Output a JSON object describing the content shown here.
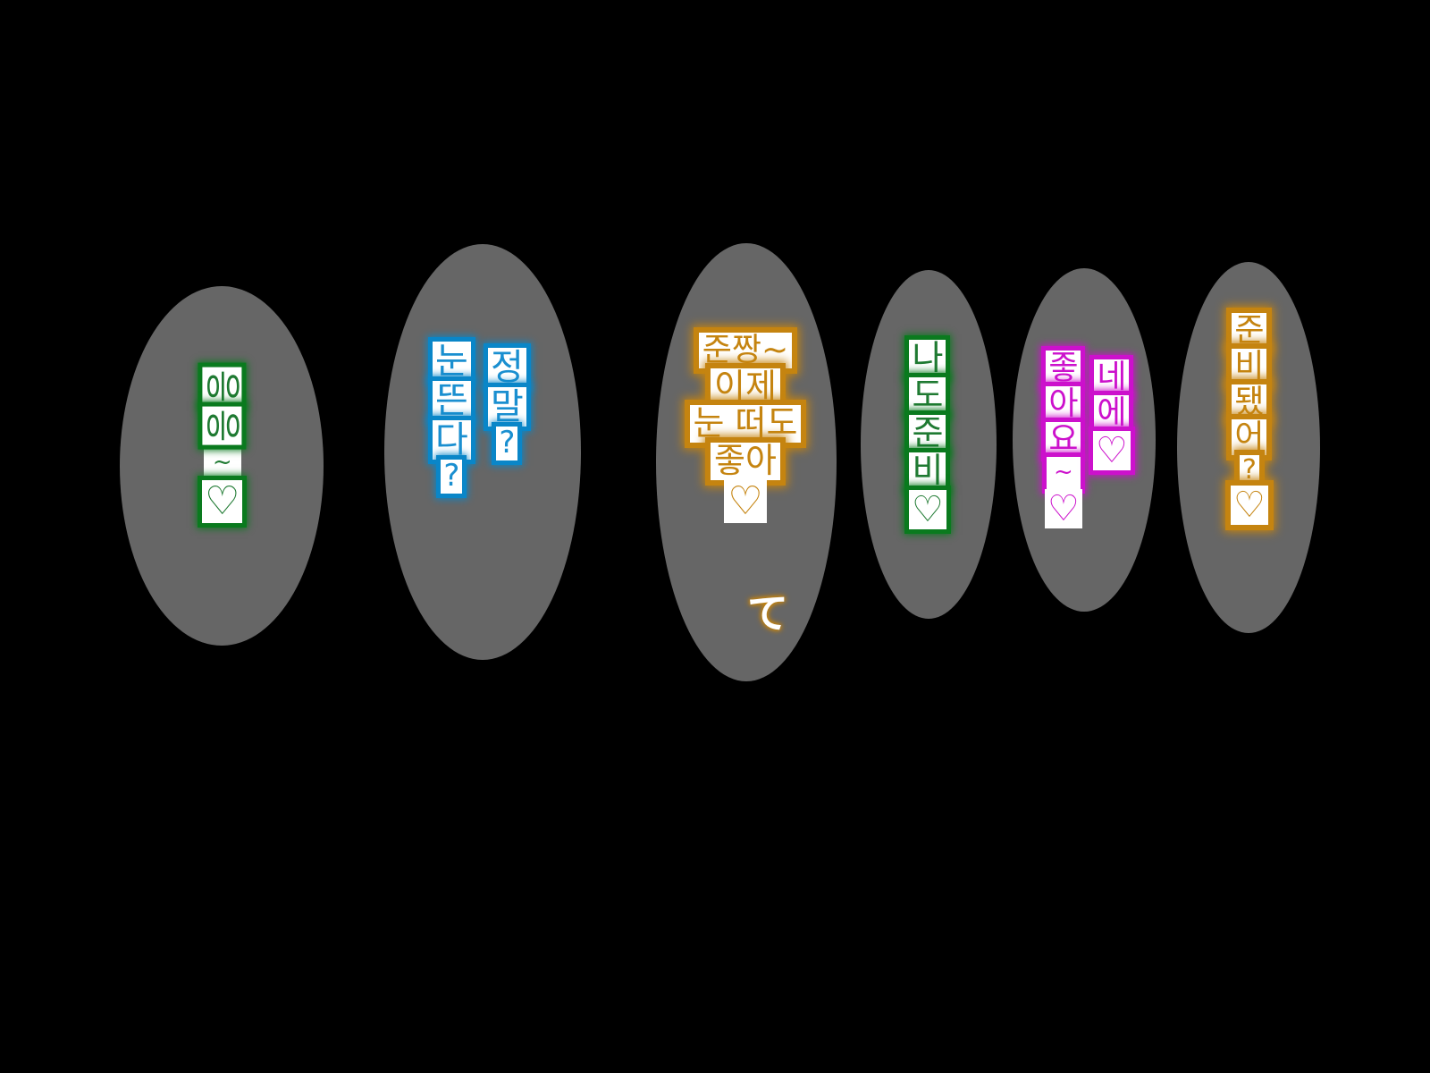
{
  "colors": {
    "background": "#000000",
    "bubble": "#666666",
    "green": "#1f7a32",
    "blue": "#1a8fd0",
    "orange": "#c58410",
    "magenta": "#cc11cc"
  },
  "bubbles": [
    {
      "id": 1,
      "color": "green",
      "chars": [
        "응",
        "응",
        "~",
        "♡"
      ]
    },
    {
      "id": 2,
      "color": "blue",
      "columns": [
        [
          "눈",
          "뜬",
          "다",
          "?"
        ],
        [
          "정",
          "말",
          "?"
        ]
      ]
    },
    {
      "id": 3,
      "color": "orange",
      "rows": [
        "준짱~",
        "이제",
        "눈 떠도",
        "좋아",
        "♡"
      ],
      "sfx": "て"
    },
    {
      "id": 4,
      "color": "green",
      "chars": [
        "나",
        "도",
        "준",
        "비",
        "♡"
      ]
    },
    {
      "id": 5,
      "color": "magenta",
      "columns": [
        [
          "좋",
          "아",
          "요",
          "~",
          "♡"
        ],
        [
          "네",
          "에",
          "♡"
        ]
      ]
    },
    {
      "id": 6,
      "color": "orange",
      "chars": [
        "준",
        "비",
        "됐",
        "어",
        "?",
        "♡"
      ]
    }
  ]
}
